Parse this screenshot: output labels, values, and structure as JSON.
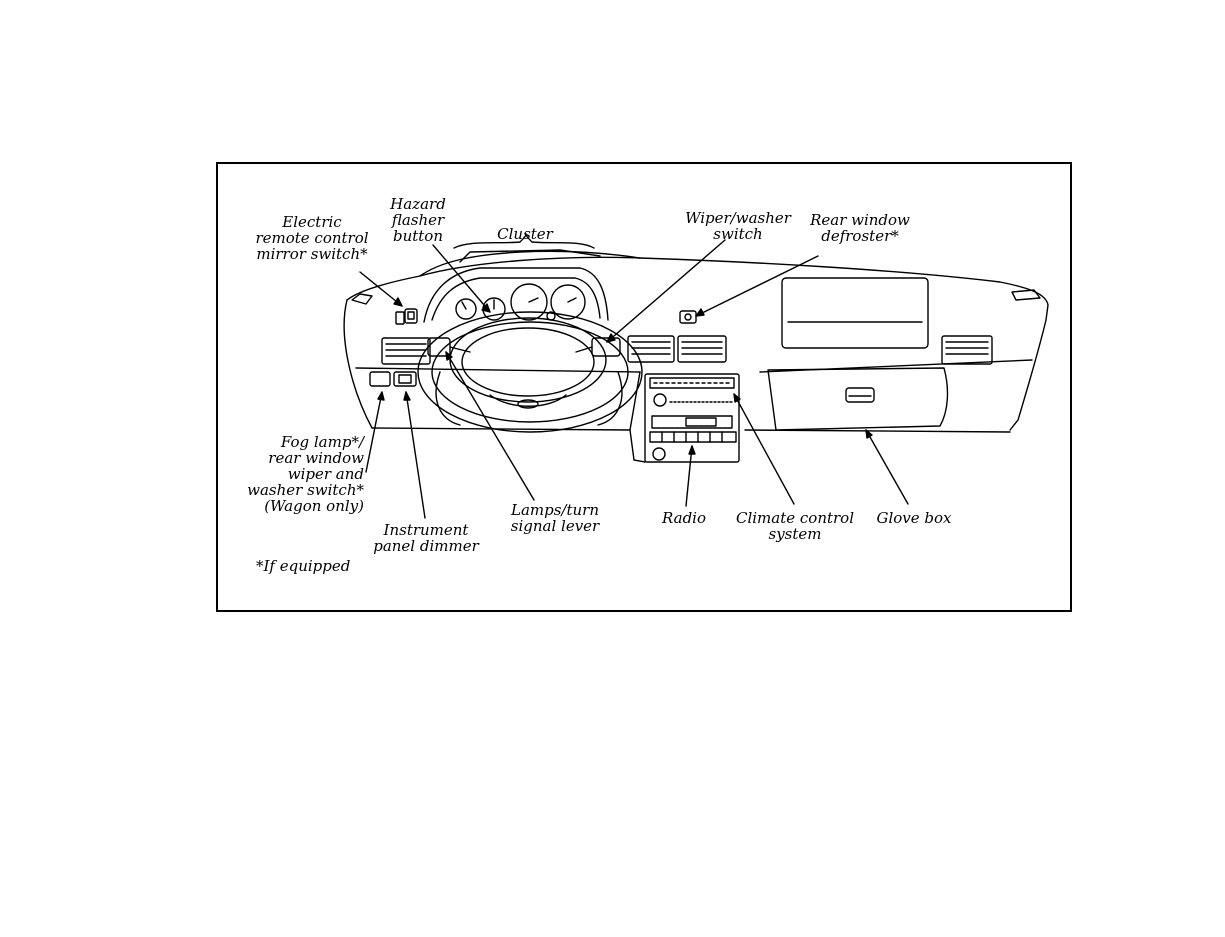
{
  "labels": {
    "mirror_switch": "Electric\nremote control\nmirror switch*",
    "hazard": "Hazard\nflasher\nbutton",
    "cluster": "Cluster",
    "wiper": "Wiper/washer\nswitch",
    "rear_defroster": "Rear window\ndefroster*",
    "fog_lamp": "Fog lamp*/\nrear window\nwiper and\nwasher switch*\n(Wagon only)",
    "dimmer": "Instrument\npanel dimmer",
    "lamps_turn": "Lamps/turn\nsignal lever",
    "radio": "Radio",
    "climate": "Climate control\nsystem",
    "glove_box": "Glove box",
    "footnote": "*If equipped"
  }
}
